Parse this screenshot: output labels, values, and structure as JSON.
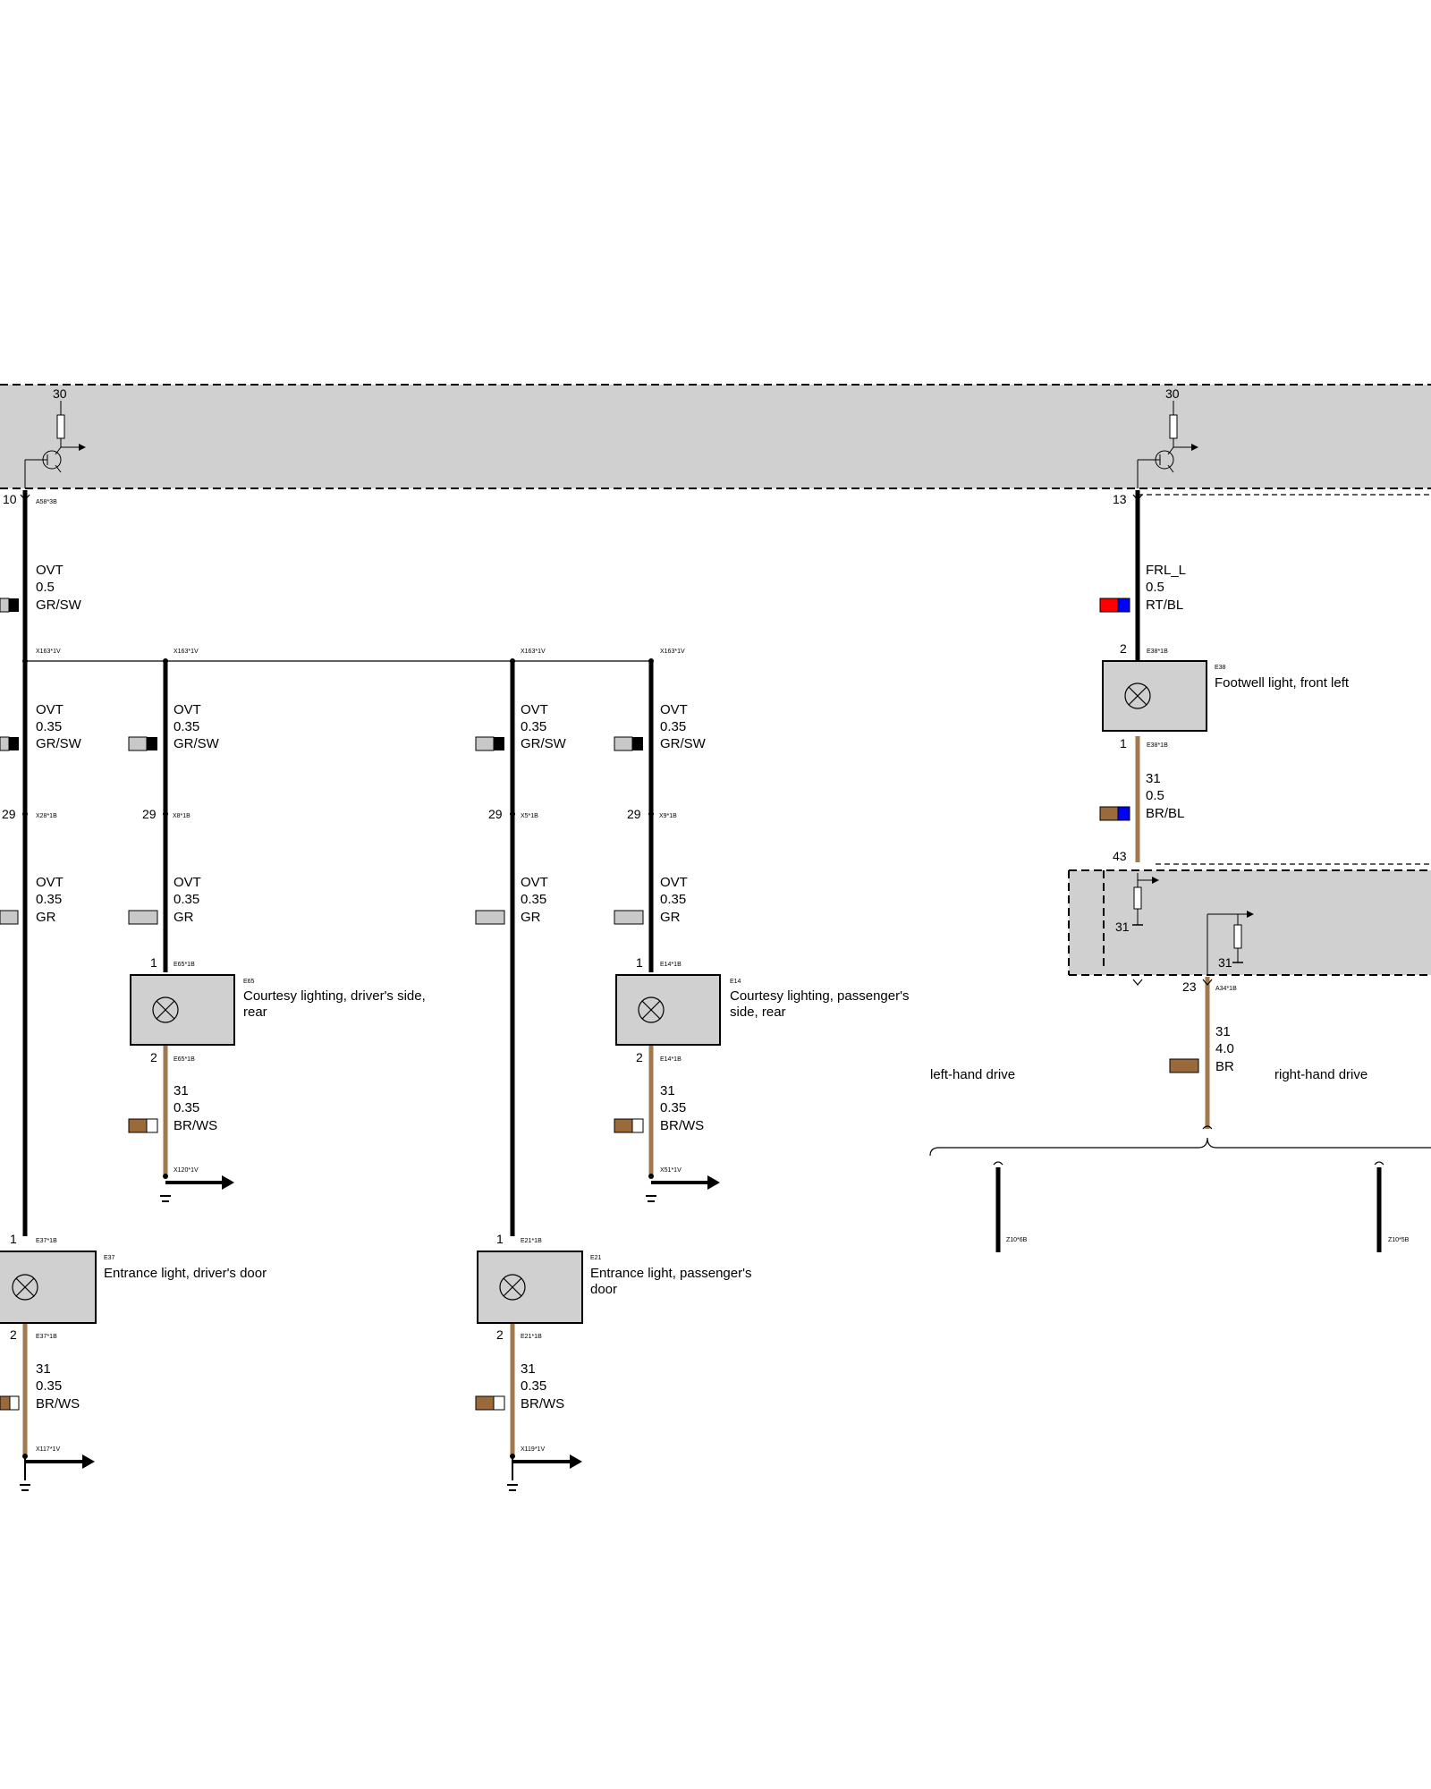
{
  "colors": {
    "module_fill": "#d0d0d0",
    "wire_black": "#000000",
    "wire_brown": "#a07a4c",
    "swatch_gray": "#c8c8c8",
    "swatch_brown": "#9b6a3a",
    "swatch_red": "#ff0000",
    "swatch_blue": "#0000ff"
  },
  "top_module": {
    "supply_left": "30",
    "supply_right": "30",
    "pin_left": "10",
    "pin_left_code": "A58*3B",
    "pin_right": "13"
  },
  "wires": {
    "w1": {
      "signal": "OVT",
      "size": "0.5",
      "color": "GR/SW"
    },
    "w2": {
      "signal": "FRL_L",
      "size": "0.5",
      "color": "RT/BL"
    },
    "w3": {
      "signal": "OVT",
      "size": "0.35",
      "color": "GR/SW"
    },
    "w4": {
      "signal": "OVT",
      "size": "0.35",
      "color": "GR/SW"
    },
    "w5": {
      "signal": "OVT",
      "size": "0.35",
      "color": "GR/SW"
    },
    "w6": {
      "signal": "OVT",
      "size": "0.35",
      "color": "GR/SW"
    },
    "w7": {
      "signal": "OVT",
      "size": "0.35",
      "color": "GR"
    },
    "w8": {
      "signal": "OVT",
      "size": "0.35",
      "color": "GR"
    },
    "w9": {
      "signal": "OVT",
      "size": "0.35",
      "color": "GR"
    },
    "w10": {
      "signal": "OVT",
      "size": "0.35",
      "color": "GR"
    },
    "w11": {
      "signal": "31",
      "size": "0.5",
      "color": "BR/BL"
    },
    "w12": {
      "signal": "31",
      "size": "0.35",
      "color": "BR/WS"
    },
    "w13": {
      "signal": "31",
      "size": "0.35",
      "color": "BR/WS"
    },
    "w14": {
      "signal": "31",
      "size": "4.0",
      "color": "BR"
    },
    "w15": {
      "signal": "31",
      "size": "0.35",
      "color": "BR/WS"
    },
    "w16": {
      "signal": "31",
      "size": "0.35",
      "color": "BR/WS"
    }
  },
  "splices": {
    "s1": "X163*1V",
    "s2": "X163*1V",
    "s3": "X163*1V",
    "s4": "X163*1V"
  },
  "connectors": {
    "c1": {
      "pin": "29",
      "code": "X28*1B"
    },
    "c2": {
      "pin": "29",
      "code": "X8*1B"
    },
    "c3": {
      "pin": "29",
      "code": "X5*1B"
    },
    "c4": {
      "pin": "29",
      "code": "X9*1B"
    },
    "c5": {
      "pin": "43"
    },
    "c6": {
      "pin": "23",
      "code": "A34*1B"
    }
  },
  "components": {
    "e38": {
      "id": "E38",
      "name": "Footwell light, front left",
      "pin_top": "2",
      "pin_top_code": "E38*1B",
      "pin_bottom": "1",
      "pin_bottom_code": "E38*1B"
    },
    "e65": {
      "id": "E65",
      "name_line1": "Courtesy lighting, driver's side,",
      "name_line2": "rear",
      "pin_top": "1",
      "pin_top_code": "E65*1B",
      "pin_bottom": "2",
      "pin_bottom_code": "E65*1B"
    },
    "e14": {
      "id": "E14",
      "name_line1": "Courtesy lighting, passenger's",
      "name_line2": "side, rear",
      "pin_top": "1",
      "pin_top_code": "E14*1B",
      "pin_bottom": "2",
      "pin_bottom_code": "E14*1B"
    },
    "e37": {
      "id": "E37",
      "name": "Entrance light, driver's door",
      "pin_top": "1",
      "pin_top_code": "E37*1B",
      "pin_bottom": "2",
      "pin_bottom_code": "E37*1B"
    },
    "e21": {
      "id": "E21",
      "name_line1": "Entrance light, passenger's",
      "name_line2": "door",
      "pin_top": "1",
      "pin_top_code": "E21*1B",
      "pin_bottom": "2",
      "pin_bottom_code": "E21*1B"
    }
  },
  "grounds": {
    "g1": "X120*1V",
    "g2": "X51*1V",
    "g3": "X117*1V",
    "g4": "X119*1V",
    "g5": "Z10*6B",
    "g6": "Z10*5B"
  },
  "lower_module": {
    "ground_left": "31",
    "ground_right": "31"
  },
  "variants": {
    "left": "left-hand drive",
    "right": "right-hand drive"
  }
}
